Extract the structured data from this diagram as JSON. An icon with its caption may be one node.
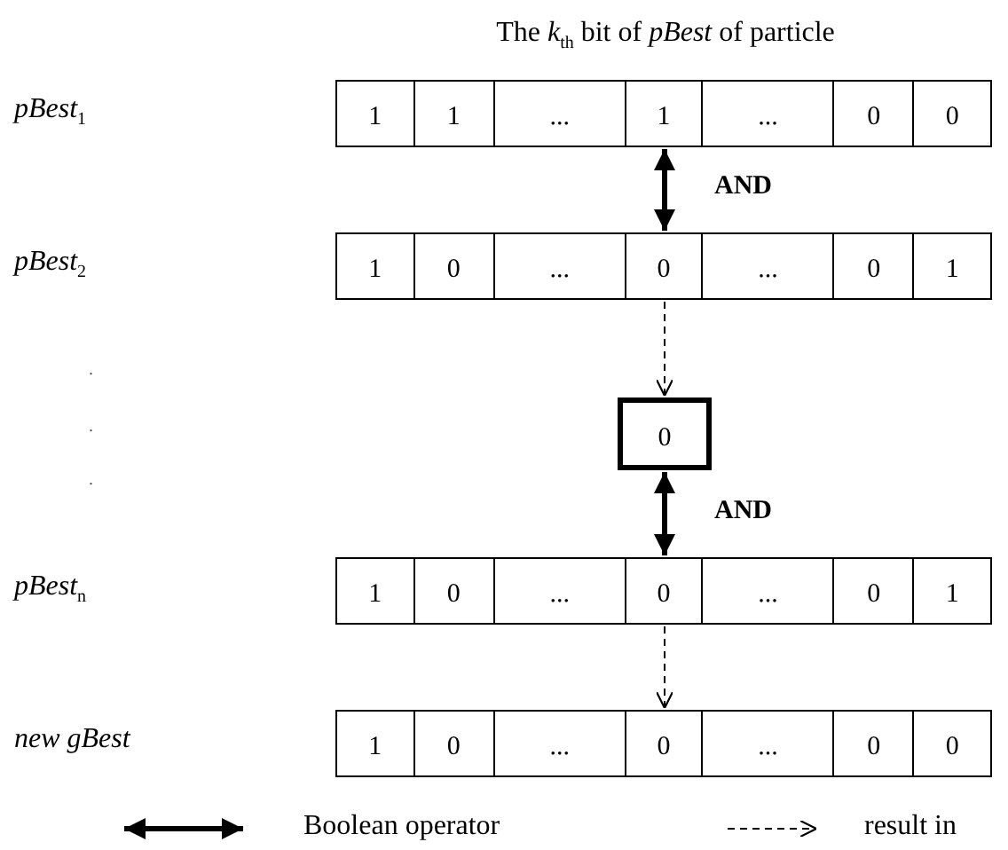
{
  "diagram": {
    "title": "The *k*$_{th}$ bit of *pBest* of particle",
    "nodes": [
      {
        "text": [],
        "shape": "bar"
      },
      {
        "text": [
          "1"
        ],
        "in": 0
      },
      {
        "text": [
          "1"
        ],
        "in": 0
      },
      {
        "text": [
          "..."
        ],
        "in": 0
      },
      {
        "text": [
          "1"
        ],
        "in": 0
      },
      {
        "text": [
          "..."
        ],
        "in": 0
      },
      {
        "text": [
          "0"
        ],
        "in": 0
      },
      {
        "text": [
          "0"
        ],
        "in": 0
      },
      {
        "text": [],
        "shape": "bar"
      },
      {
        "text": [
          "1"
        ],
        "in": 8
      },
      {
        "text": [
          "0"
        ],
        "in": 8
      },
      {
        "text": [
          "..."
        ],
        "in": 8
      },
      {
        "text": [
          "0"
        ],
        "in": 8
      },
      {
        "text": [
          "..."
        ],
        "in": 8
      },
      {
        "text": [
          "0"
        ],
        "in": 8
      },
      {
        "text": [
          "1"
        ],
        "in": 8
      },
      {
        "text": [
          "0"
        ]
      },
      {
        "text": [],
        "shape": "bar"
      },
      {
        "text": [
          "1"
        ],
        "in": 17
      },
      {
        "text": [
          "0"
        ],
        "in": 17
      },
      {
        "text": [
          "..."
        ],
        "in": 17
      },
      {
        "text": [
          "0"
        ],
        "in": 17
      },
      {
        "text": [
          "..."
        ],
        "in": 17
      },
      {
        "text": [
          "0"
        ],
        "in": 17
      },
      {
        "text": [
          "1"
        ],
        "in": 17
      },
      {
        "text": [],
        "shape": "bar"
      },
      {
        "text": [
          "1"
        ],
        "in": 25
      },
      {
        "text": [
          "0"
        ],
        "in": 25
      },
      {
        "text": [
          "..."
        ],
        "in": 25
      },
      {
        "text": [
          "0"
        ],
        "in": 25
      },
      {
        "text": [
          "..."
        ],
        "in": 25
      },
      {
        "text": [
          "0"
        ],
        "in": 25
      },
      {
        "text": [
          "0"
        ],
        "in": 25
      }
    ],
    "edges": [
      {
        "from": 4,
        "to": 12,
        "arrow": "both",
        "label": "AND",
        "style": "thick"
      },
      {
        "from": 12,
        "to": 16,
        "arrow": "to",
        "style": "dashed"
      },
      {
        "from": 16,
        "to": 21,
        "arrow": "both",
        "label": "AND",
        "style": "thick"
      },
      {
        "from": 21,
        "to": 29,
        "arrow": "to",
        "style": "dashed"
      }
    ],
    "labels": [
      "*pBest*$_{1}$",
      "*pBest*$_{2}$",
      ".",
      ".",
      ".",
      "*pBest*$_{n}$",
      "new gBest"
    ],
    "legend": [
      {
        "text": "Boolean operator"
      },
      {
        "text": "result in"
      }
    ]
  }
}
